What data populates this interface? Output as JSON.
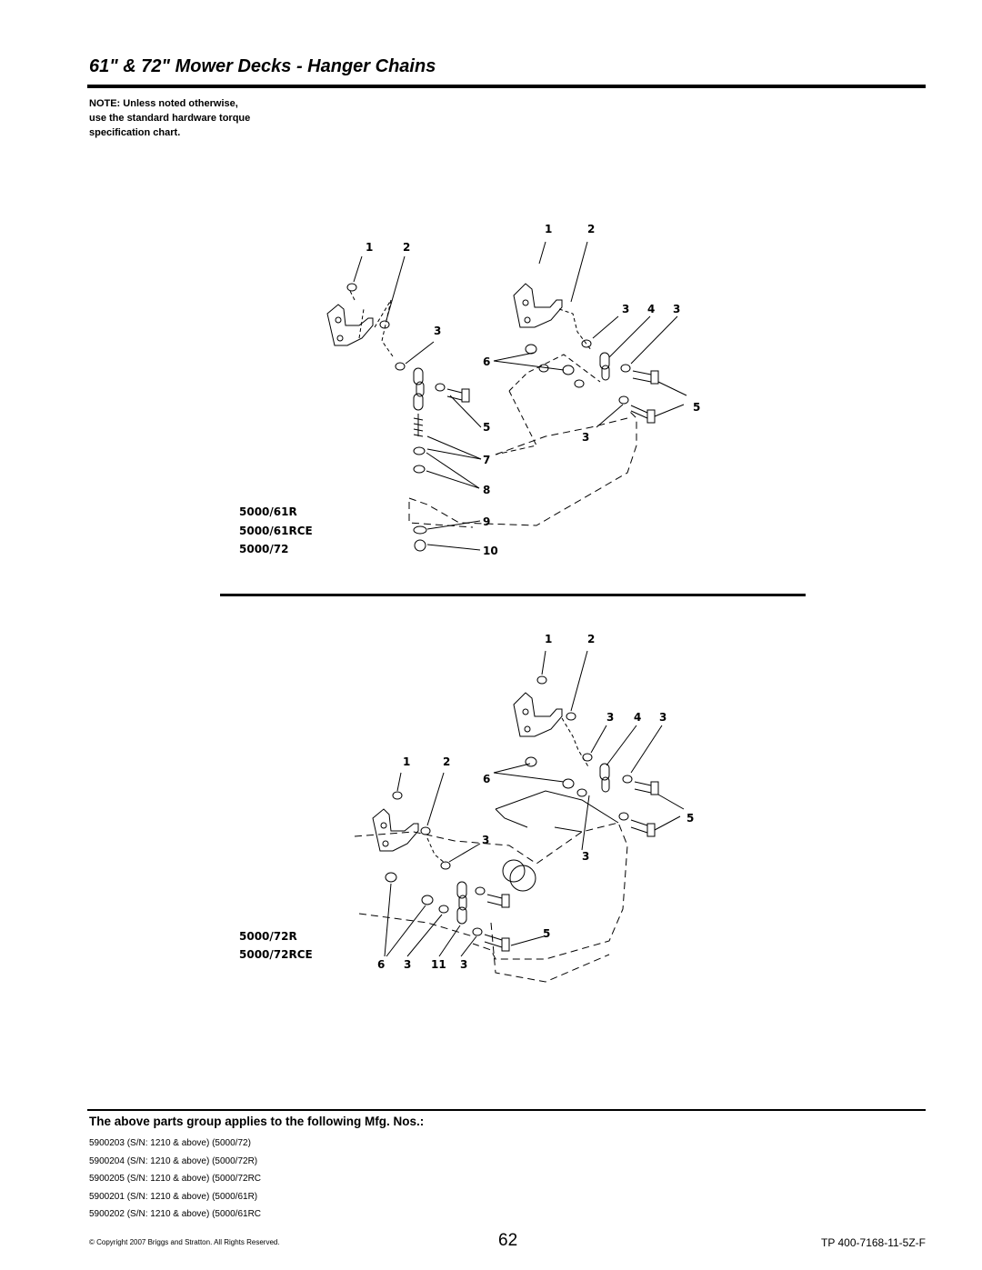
{
  "page": {
    "title": "61\" & 72\" Mower Decks - Hanger Chains",
    "note": [
      "NOTE: Unless noted otherwise,",
      "use the standard hardware torque",
      "specification chart."
    ]
  },
  "diagram_top": {
    "models": [
      "5000/61R",
      "5000/61RCE",
      "5000/72"
    ],
    "callouts": [
      "1",
      "2",
      "1",
      "2",
      "3",
      "3",
      "4",
      "3",
      "6",
      "5",
      "3",
      "5",
      "7",
      "8",
      "9",
      "10"
    ]
  },
  "diagram_bottom": {
    "models": [
      "5000/72R",
      "5000/72RCE"
    ],
    "callouts": [
      "1",
      "2",
      "3",
      "4",
      "3",
      "1",
      "2",
      "6",
      "5",
      "3",
      "3",
      "5",
      "6",
      "3",
      "11",
      "3"
    ]
  },
  "applies": {
    "heading": "The above parts group applies to the following Mfg. Nos.:",
    "items": [
      "5900203 (S/N: 1210 & above) (5000/72)",
      "5900204 (S/N: 1210 & above) (5000/72R)",
      "5900205 (S/N: 1210 & above) (5000/72RC",
      "5900201 (S/N: 1210 & above) (5000/61R)",
      "5900202 (S/N: 1210 & above) (5000/61RC"
    ]
  },
  "footer": {
    "copyright": "© Copyright  2007 Briggs and Stratton. All Rights Reserved.",
    "page_number": "62",
    "doc_number": "TP 400-7168-11-5Z-F"
  }
}
